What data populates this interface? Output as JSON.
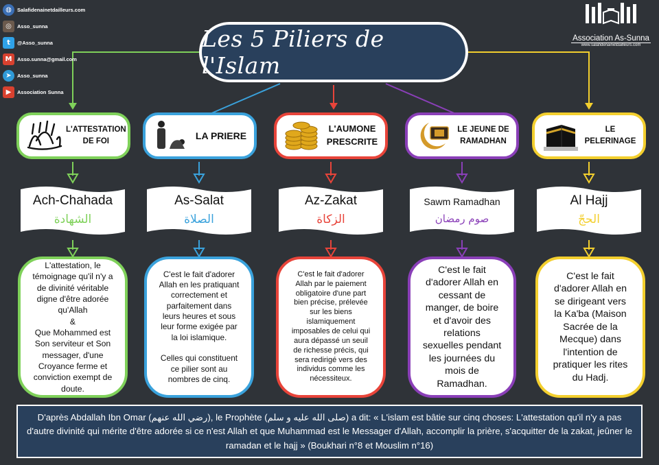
{
  "social": [
    {
      "icon": "globe-icon",
      "text": "Salafidenainetdailleurs.com",
      "color": "#3b6fb5"
    },
    {
      "icon": "instagram-icon",
      "text": "Asso_sunna",
      "color": "#6b5a4d"
    },
    {
      "icon": "twitter-icon",
      "text": "@Asso_sunna",
      "color": "#2fa2e8"
    },
    {
      "icon": "mail-icon",
      "text": "Asso.sunna@gmail.com",
      "color": "#d8412f"
    },
    {
      "icon": "telegram-icon",
      "text": "Asso_sunna",
      "color": "#2f9ad8"
    },
    {
      "icon": "youtube-icon",
      "text": "Association Sunna",
      "color": "#d8412f"
    }
  ],
  "logo": {
    "name": "Association As-Sunna",
    "url": "www.salafidenainetdailleurs.com"
  },
  "title": "Les 5 Piliers de l'Islam",
  "pillars": [
    {
      "color": "#7fd15a",
      "label": "L'ATTESTATION DE FOI",
      "icon": "calligraphy-icon",
      "latin": "Ach-Chahada",
      "arabic": "الشهادة",
      "text": "L'attestation, le\ntémoignage qu'il n'y a\nde divinité véritable\ndigne d'être adorée\nqu'Allah\n&\nQue Mohammed est\nSon serviteur et Son\nmessager, d'une\nCroyance ferme et\nconviction exempt de\ndoute."
    },
    {
      "color": "#3aa2dc",
      "label": "LA PRIERE",
      "icon": "praying-man-icon",
      "latin": "As-Salat",
      "arabic": "الصلاة",
      "text": "C'est le fait d'adorer\nAllah en les pratiquant\ncorrectement et\nparfaitement dans\nleurs heures et sous\nleur forme exigée par\nla loi islamique.\n\nCelles qui constituent\nce pilier sont au\nnombres de cinq."
    },
    {
      "color": "#e8443a",
      "label": "L'AUMONE PRESCRITE",
      "icon": "gold-coins-icon",
      "latin": "Az-Zakat",
      "arabic": "الزكاة",
      "text": "C'est le fait d'adorer\nAllah par le paiement\nobligatoire d'une part\nbien précise, prélevée\nsur les biens\nislamiquement\nimposables de celui qui\naura dépassé un seuil\nde richesse précis, qui\nsera redirigé vers des\nindividus comme les\nnécessiteux."
    },
    {
      "color": "#8a3fb8",
      "label": "LE JEUNE DE RAMADHAN",
      "icon": "crescent-quran-icon",
      "latin": "Sawm Ramadhan",
      "arabic": "صوم رمضان",
      "text": "C'est le fait\nd'adorer Allah en\ncessant de\nmanger, de boire\net d'avoir des\nrelations\nsexuelles pendant\nles journées du\nmois de\nRamadhan."
    },
    {
      "color": "#f3cf2e",
      "label": "LE PELERINAGE",
      "icon": "kaaba-icon",
      "latin": "Al Hajj",
      "arabic": "الحجّ",
      "text": "C'est le fait\nd'adorer Allah en\nse dirigeant vers\nla Ka'ba (Maison\nSacrée de la\nMecque) dans\nl'intention de\npratiquer les rites\ndu Hadj."
    }
  ],
  "quote": "D'après Abdallah Ibn Omar (رضي الله عنهم), le Prophète (صلى الله عليه و سلم) a dit: « L'islam est bâtie sur cinq choses: L'attestation qu'il n'y a pas d'autre divinité qui mérite d'être adorée si ce n'est Allah et que Muhammad est le Messager d'Allah, accomplir la prière, s'acquitter de la zakat, jeûner le ramadan et le hajj » (Boukhari n°8 et Mouslim n°16)"
}
